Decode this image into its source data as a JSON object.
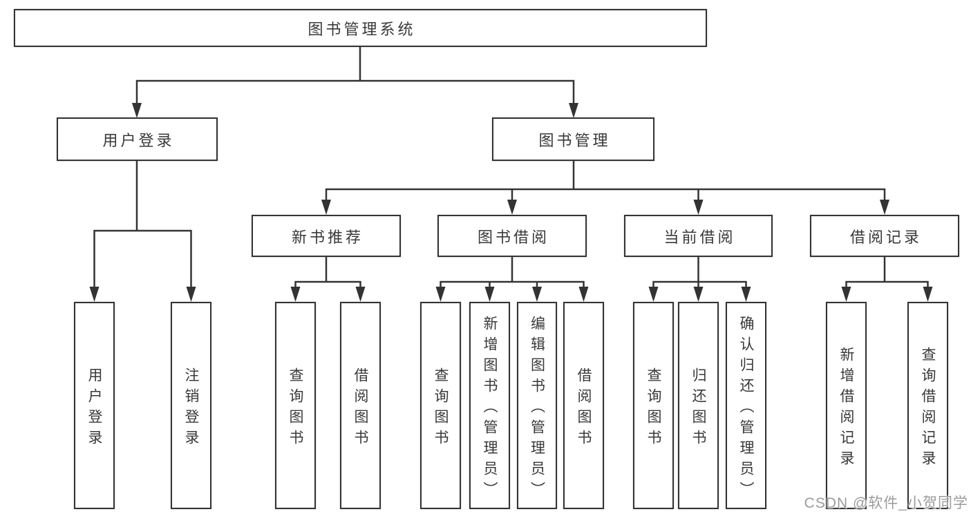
{
  "tree": {
    "label": "图书管理系统",
    "children": [
      {
        "label": "用户登录",
        "children": [
          {
            "label": "用户登录"
          },
          {
            "label": "注销登录"
          }
        ]
      },
      {
        "label": "图书管理",
        "children": [
          {
            "label": "新书推荐",
            "children": [
              {
                "label": "查询图书"
              },
              {
                "label": "借阅图书"
              }
            ]
          },
          {
            "label": "图书借阅",
            "children": [
              {
                "label": "查询图书"
              },
              {
                "label": "新增图书（管理员）"
              },
              {
                "label": "编辑图书（管理员）"
              },
              {
                "label": "借阅图书"
              }
            ]
          },
          {
            "label": "当前借阅",
            "children": [
              {
                "label": "查询图书"
              },
              {
                "label": "归还图书"
              },
              {
                "label": "确认归还（管理员）"
              }
            ]
          },
          {
            "label": "借阅记录",
            "children": [
              {
                "label": "新增借阅记录"
              },
              {
                "label": "查询借阅记录"
              }
            ]
          }
        ]
      }
    ]
  },
  "watermark": {
    "text": "CSDN @软件_小贺同学"
  },
  "colors": {
    "line": "#333333",
    "box_border": "#333333",
    "box_background": "#ffffff",
    "text": "#383838",
    "watermark": "#9b9b9b"
  }
}
